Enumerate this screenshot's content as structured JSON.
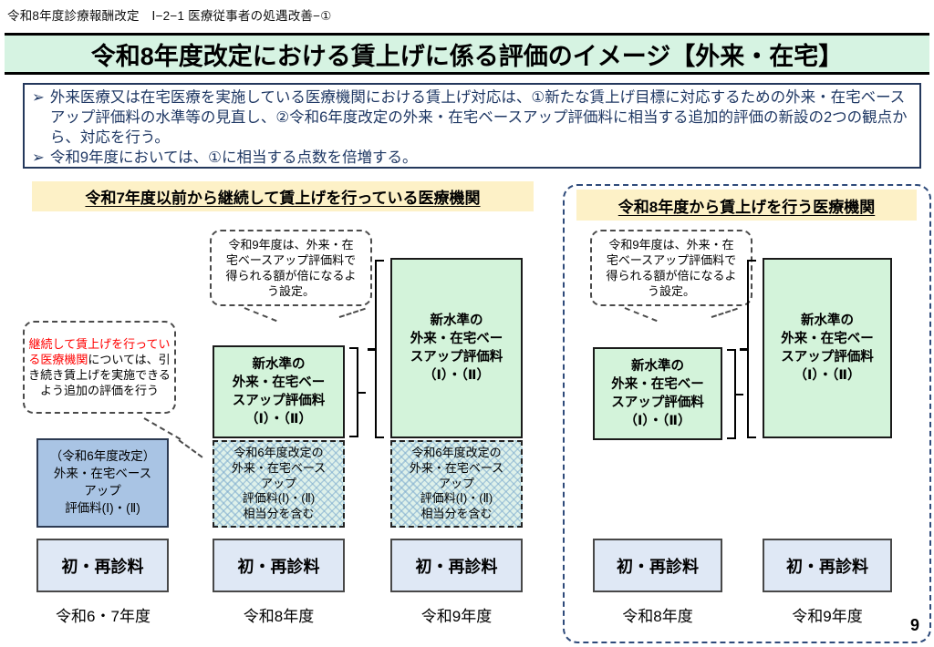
{
  "header": {
    "breadcrumb": "令和8年度診療報酬改定　Ⅰ−2−1 医療従事者の処遇改善−①",
    "title": "令和8年度改定における賃上げに係る評価のイメージ【外来・在宅】"
  },
  "summary": {
    "bullet_glyph": "➢",
    "bullets": [
      "外来医療又は在宅医療を実施している医療機関における賃上げ対応は、①新たな賃上げ目標に対応するための外来・在宅ベースアップ評価料の水準等の見直し、②令和6年度改定の外来・在宅ベースアップ評価料に相当する追加的評価の新設の2つの観点から、対応を行う。",
      "令和9年度においては、①に相当する点数を倍増する。"
    ]
  },
  "labels": {
    "saishin_box": "初・再診料",
    "new_level_box": "新水準の\n外来・在宅ベー\nスアップ評価料\n（Ⅰ）・（Ⅱ）",
    "r6_included_box": "令和6年度改定の\n外来・在宅ベース\nアップ\n評価料(Ⅰ)・(Ⅱ)\n相当分を含む",
    "r6_blue_box": "（令和6年度改定）\n外来・在宅ベース\nアップ\n評価料(Ⅰ)・(Ⅱ)",
    "callout_double": "令和9年度は、外来・在\n宅ベースアップ評価料で\n得られる額が倍になるよ\nう設定。"
  },
  "left_section": {
    "header": "令和7年度以前から継続して賃上げを行っている医療機関",
    "callout_red": "継続して賃上げを行っている医療機関",
    "callout_black": "については、引き続き賃上げを実施できるよう追加の評価を行う",
    "years": [
      "令和6・7年度",
      "令和8年度",
      "令和9年度"
    ]
  },
  "right_section": {
    "header": "令和8年度から賃上げを行う医療機関",
    "years": [
      "令和8年度",
      "令和9年度"
    ]
  },
  "footer": {
    "page_number": "9"
  },
  "colors": {
    "title_bg": "#d6f3e2",
    "green_box": "#d3f3da",
    "blue_box": "#a9c4e4",
    "saishin_bg": "#dfe8f5",
    "yellow_header": "#fdf1c7",
    "body_text_navy": "#1f3864",
    "callout_red_text": "#ff0000",
    "dashed_border_navy": "#2e4a7a"
  }
}
